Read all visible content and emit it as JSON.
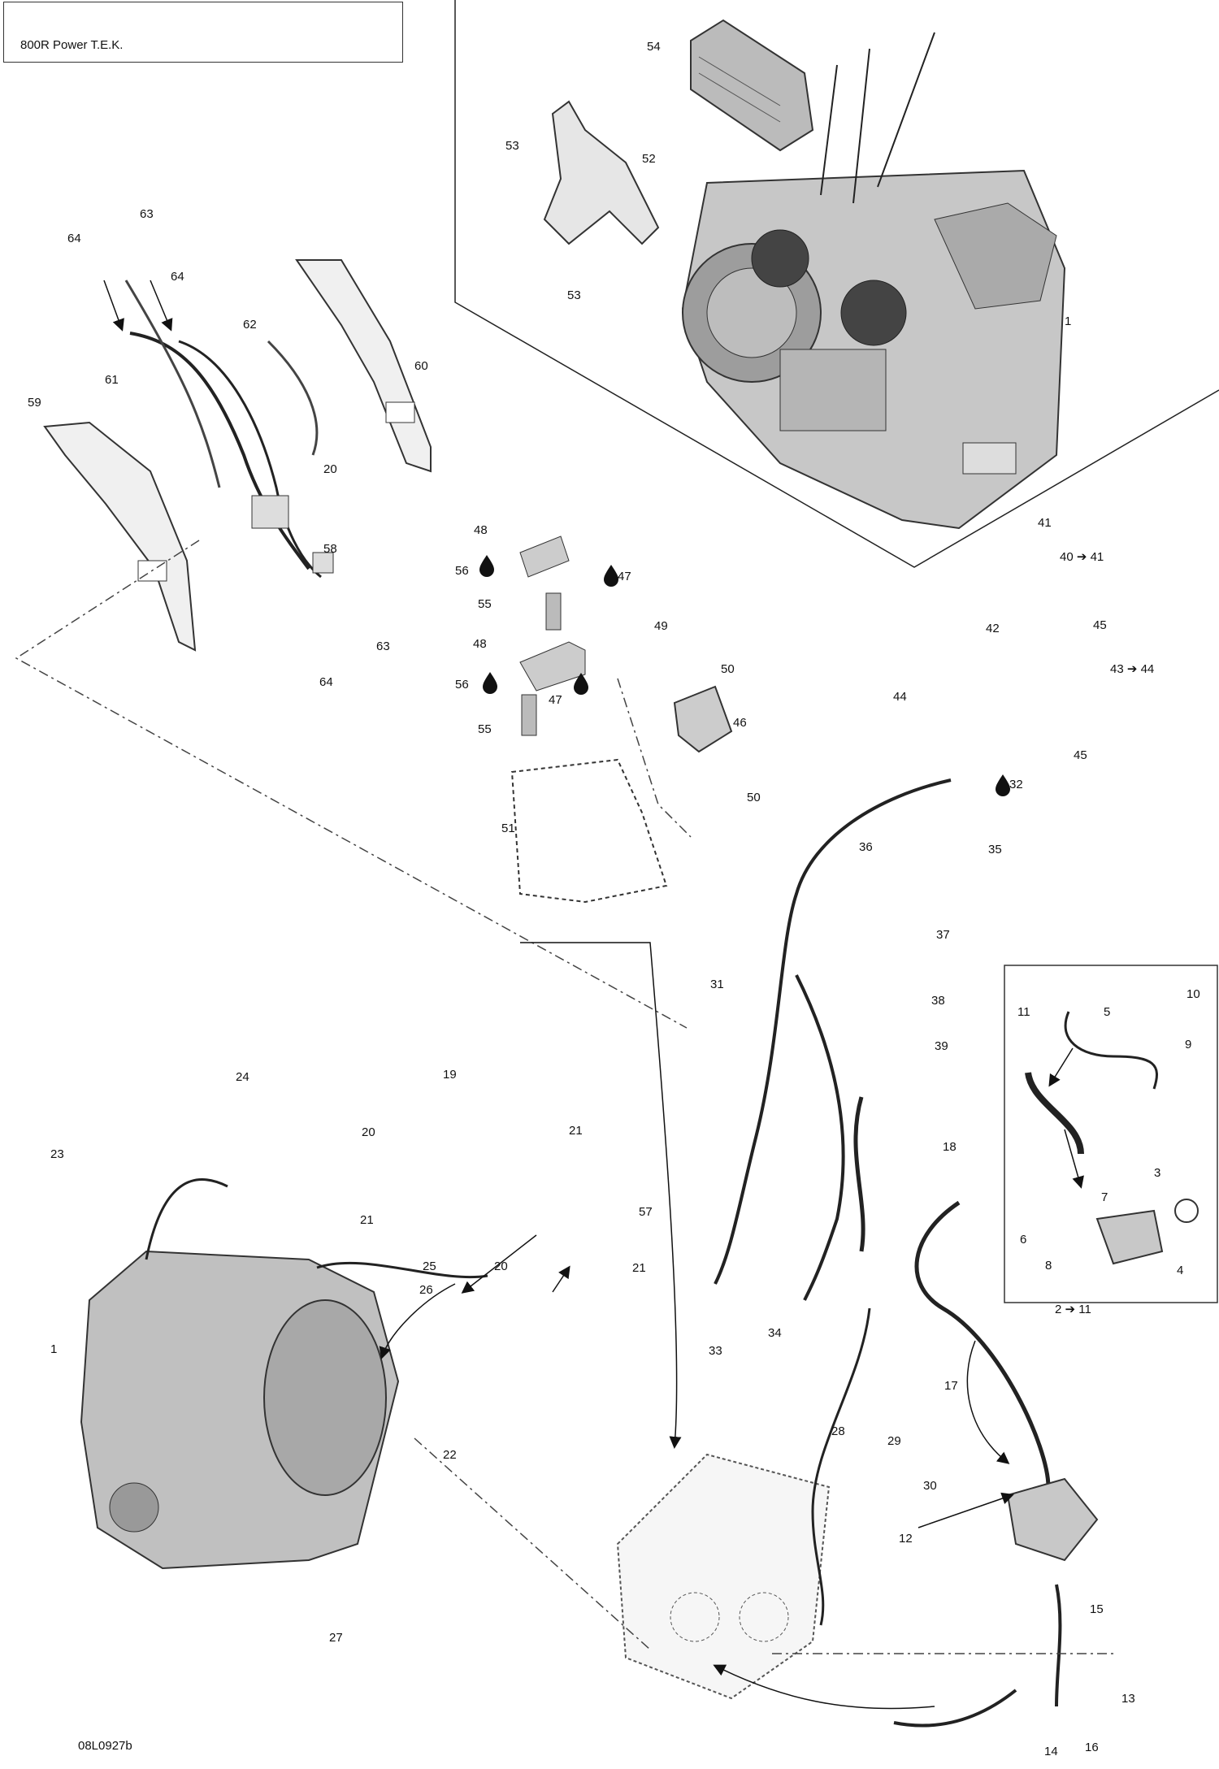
{
  "title": "800R Power T.E.K.",
  "reference": "08L0927b",
  "callouts": [
    "1",
    "1",
    "2 ➔ 11",
    "3",
    "4",
    "5",
    "6",
    "7",
    "8",
    "9",
    "10",
    "11",
    "12",
    "13",
    "14",
    "15",
    "16",
    "17",
    "18",
    "19",
    "20",
    "20",
    "20",
    "21",
    "21",
    "21",
    "22",
    "23",
    "24",
    "25",
    "26",
    "27",
    "28",
    "29",
    "30",
    "31",
    "32",
    "33",
    "34",
    "35",
    "36",
    "37",
    "38",
    "39",
    "40 ➔ 41",
    "41",
    "42",
    "43 ➔ 44",
    "44",
    "45",
    "45",
    "46",
    "47",
    "47",
    "48",
    "48",
    "49",
    "50",
    "50",
    "51",
    "52",
    "53",
    "53",
    "54",
    "55",
    "55",
    "56",
    "56",
    "57",
    "58",
    "59",
    "60",
    "61",
    "62",
    "63",
    "63",
    "64",
    "64",
    "64"
  ],
  "icons": {
    "oil_drop": "oil-drop-icon",
    "arrow": "right-arrow-icon"
  }
}
